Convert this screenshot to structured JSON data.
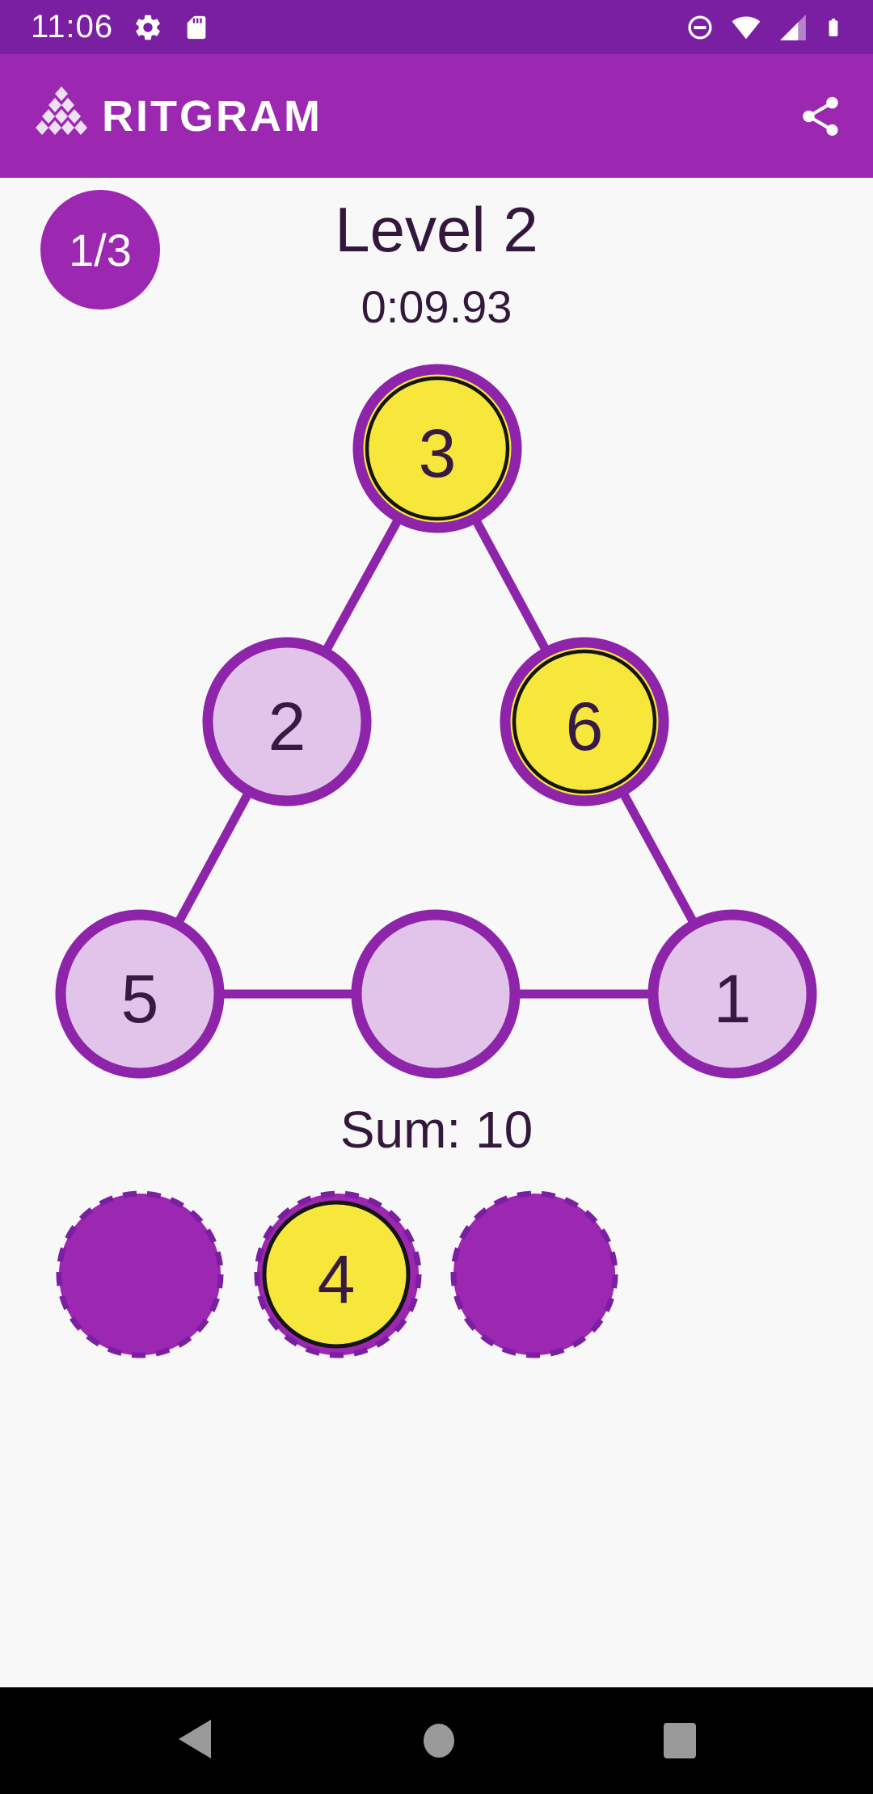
{
  "status_bar": {
    "time": "11:06",
    "left_icons": [
      "settings-icon",
      "sd-card-icon"
    ],
    "right_icons": [
      "do-not-disturb-icon",
      "wifi-icon",
      "cell-signal-icon",
      "battery-icon"
    ]
  },
  "app_bar": {
    "brand": "RITGRAM",
    "logo_icon": "diamond-a-logo-icon",
    "share_icon": "share-icon"
  },
  "game": {
    "progress_badge": "1/3",
    "level_title": "Level 2",
    "timer": "0:09.93",
    "sum_label": "Sum: 10",
    "graph": {
      "nodes": [
        {
          "id": "top",
          "value": "3",
          "state": "tile-placed"
        },
        {
          "id": "mid-left",
          "value": "2",
          "state": "fixed"
        },
        {
          "id": "mid-right",
          "value": "6",
          "state": "tile-placed"
        },
        {
          "id": "bottom-left",
          "value": "5",
          "state": "fixed"
        },
        {
          "id": "bottom-center",
          "value": "",
          "state": "empty"
        },
        {
          "id": "bottom-right",
          "value": "1",
          "state": "fixed"
        }
      ],
      "edges": [
        [
          "top",
          "mid-left"
        ],
        [
          "top",
          "mid-right"
        ],
        [
          "mid-left",
          "bottom-left"
        ],
        [
          "mid-right",
          "bottom-right"
        ],
        [
          "bottom-left",
          "bottom-center"
        ],
        [
          "bottom-center",
          "bottom-right"
        ]
      ]
    },
    "tray": {
      "slots": [
        {
          "index": 0,
          "tile": null
        },
        {
          "index": 1,
          "tile": "4"
        },
        {
          "index": 2,
          "tile": null
        }
      ]
    }
  },
  "nav_bar": {
    "icons": [
      "back-icon",
      "home-icon",
      "recents-icon"
    ]
  },
  "colors": {
    "status_bar_bg": "#7B1FA2",
    "app_bar_bg": "#9C27B0",
    "content_bg": "#F8F8F8",
    "edge_stroke": "#8E24AA",
    "node_border": "#8E24AA",
    "node_fill": "#E2C3EA",
    "tile_fill": "#F8E73B",
    "tile_border": "#141414",
    "slot_fill": "#9C27B0",
    "slot_border": "#7B1FA2",
    "badge_bg": "#9C27B0",
    "text_dark": "#33173C",
    "number_text": "#371A42",
    "nav_bg": "#000000",
    "nav_icon": "#9A9A9A"
  }
}
